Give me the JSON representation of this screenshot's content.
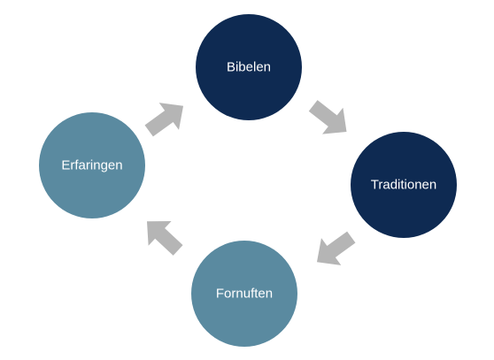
{
  "colors": {
    "dark_node": "#0e2a52",
    "light_node": "#5a8aa0",
    "arrow": "#b5b5b5",
    "label": "#ffffff",
    "background": "#ffffff"
  },
  "nodes": [
    {
      "id": "bibelen",
      "label": "Bibelen",
      "tone": "dark"
    },
    {
      "id": "traditionen",
      "label": "Traditionen",
      "tone": "dark"
    },
    {
      "id": "fornuften",
      "label": "Fornuften",
      "tone": "light"
    },
    {
      "id": "erfaringen",
      "label": "Erfaringen",
      "tone": "light"
    }
  ],
  "arrows": [
    {
      "from": "bibelen",
      "to": "traditionen"
    },
    {
      "from": "traditionen",
      "to": "fornuften"
    },
    {
      "from": "fornuften",
      "to": "erfaringen"
    },
    {
      "from": "erfaringen",
      "to": "bibelen"
    }
  ]
}
